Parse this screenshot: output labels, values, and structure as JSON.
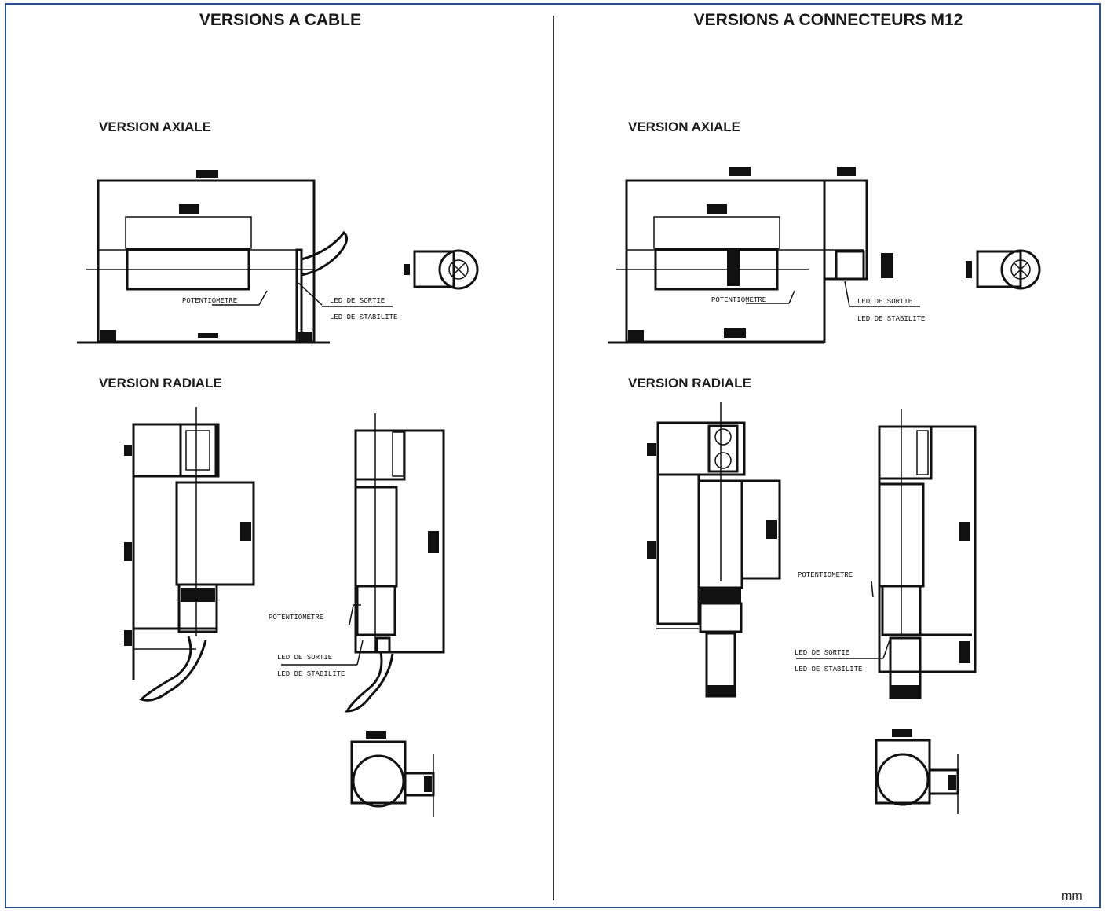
{
  "sections": {
    "cable": {
      "title": "VERSIONS A CABLE",
      "axial_title": "VERSION AXIALE",
      "radial_title": "VERSION RADIALE",
      "axial_labels": {
        "potentiometre": "POTENTIOMETRE",
        "led_sortie": "LED DE SORTIE",
        "led_stabilite": "LED DE STABILITE"
      },
      "radial_labels": {
        "potentiometre": "POTENTIOMETRE",
        "led_sortie": "LED DE SORTIE",
        "led_stabilite": "LED DE STABILITE"
      }
    },
    "m12": {
      "title": "VERSIONS A CONNECTEURS M12",
      "axial_title": "VERSION AXIALE",
      "radial_title": "VERSION RADIALE",
      "axial_labels": {
        "potentiometre": "POTENTIOMETRE",
        "led_sortie": "LED DE SORTIE",
        "led_stabilite": "LED DE STABILITE"
      },
      "radial_labels": {
        "potentiometre": "POTENTIOMETRE",
        "led_sortie": "LED DE SORTIE",
        "led_stabilite": "LED DE STABILITE"
      }
    }
  },
  "unit": "mm",
  "colors": {
    "frame": "#2a4f8f",
    "ink": "#111111"
  }
}
